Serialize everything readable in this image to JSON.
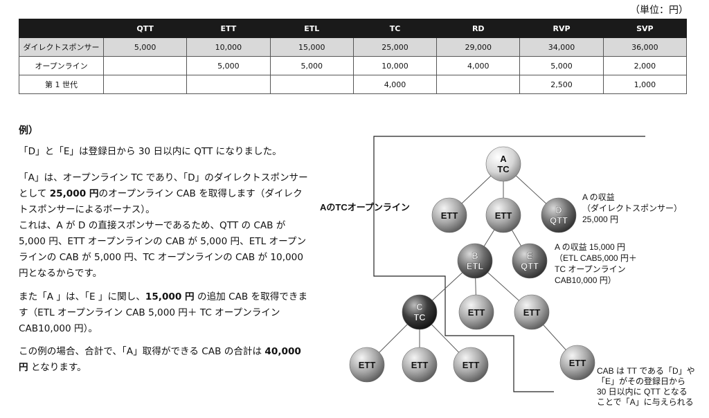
{
  "unit": "（単位：円）",
  "table": {
    "headers": [
      "",
      "QTT",
      "ETT",
      "ETL",
      "TC",
      "RD",
      "RVP",
      "SVP"
    ],
    "rows": [
      [
        "ダイレクトスポンサー",
        "5,000",
        "10,000",
        "15,000",
        "25,000",
        "29,000",
        "34,000",
        "36,000"
      ],
      [
        "オープンライン",
        "",
        "5,000",
        "5,000",
        "10,000",
        "4,000",
        "5,000",
        "2,000"
      ],
      [
        "第 1 世代",
        "",
        "",
        "",
        "4,000",
        "",
        "2,500",
        "1,000"
      ]
    ]
  },
  "example": {
    "title": "例）",
    "p1": "「D」と「E」は登録日から 30 日以内に QTT になりました。",
    "p2_a": "「A」は、オープンライン TC であり、「D」のダイレクトスポンサーとして ",
    "p2_b": "25,000 円",
    "p2_c": "のオープンライン CAB を取得します（ダイレクトスポンサーによるボーナス）。",
    "p3": "これは、A が D の直接スポンサーであるため、QTT の CAB が 5,000 円、ETT オープンラインの CAB が 5,000 円、ETL オープンラインの CAB が 5,000 円、TC オープンラインの CAB が 10,000 円となるからです。",
    "p4_a": "また「A 」は、「E 」に関し、",
    "p4_b": "15,000 円",
    "p4_c": " の追加 CAB を取得できます（ETL オープンライン CAB 5,000 円＋ TC オープンライン CAB10,000 円）。",
    "p5_a": "この例の場合、合計で、「A」取得ができる CAB の合計は ",
    "p5_b": "40,000 円",
    "p5_c": " となります。"
  },
  "diagram": {
    "line_label": "AのTCオープンライン",
    "nodes": [
      {
        "id": "A",
        "line1": "A",
        "line2": "TC",
        "tone": "light"
      },
      {
        "id": "ETT1",
        "line1": "ETT",
        "line2": "",
        "tone": "mid"
      },
      {
        "id": "ETT2",
        "line1": "ETT",
        "line2": "",
        "tone": "mid"
      },
      {
        "id": "D",
        "line1": "D",
        "line2": "QTT",
        "tone": "dark"
      },
      {
        "id": "B",
        "line1": "B",
        "line2": "ETL",
        "tone": "dark"
      },
      {
        "id": "E",
        "line1": "E",
        "line2": "QTT",
        "tone": "dark"
      },
      {
        "id": "C",
        "line1": "C",
        "line2": "TC",
        "tone": "darkest"
      },
      {
        "id": "ETT3",
        "line1": "ETT",
        "line2": "",
        "tone": "mid"
      },
      {
        "id": "ETT4",
        "line1": "ETT",
        "line2": "",
        "tone": "mid"
      },
      {
        "id": "ETT5",
        "line1": "ETT",
        "line2": "",
        "tone": "mid"
      },
      {
        "id": "ETT6",
        "line1": "ETT",
        "line2": "",
        "tone": "mid"
      },
      {
        "id": "ETT7",
        "line1": "ETT",
        "line2": "",
        "tone": "mid"
      },
      {
        "id": "ETT8",
        "line1": "ETT",
        "line2": "",
        "tone": "mid"
      }
    ],
    "edges": [
      [
        "A",
        "ETT1"
      ],
      [
        "A",
        "ETT2"
      ],
      [
        "A",
        "D"
      ],
      [
        "ETT2",
        "B"
      ],
      [
        "ETT2",
        "E"
      ],
      [
        "B",
        "C"
      ],
      [
        "B",
        "ETT3"
      ],
      [
        "B",
        "ETT4"
      ],
      [
        "C",
        "ETT5"
      ],
      [
        "C",
        "ETT6"
      ],
      [
        "C",
        "ETT7"
      ],
      [
        "ETT4",
        "ETT8"
      ]
    ],
    "note_d": [
      "A の収益",
      "（ダイレクトスポンサー）",
      "25,000 円"
    ],
    "note_e": [
      "A の収益 15,000 円",
      "（ETL CAB5,000 円＋",
      "TC オープンライン",
      "CAB10,000 円）"
    ],
    "note_bottom": [
      "CAB は TT である「D」や",
      "「E」がその登録日から",
      "30 日以内に QTT となる",
      "ことで「A」に与えられる"
    ]
  }
}
